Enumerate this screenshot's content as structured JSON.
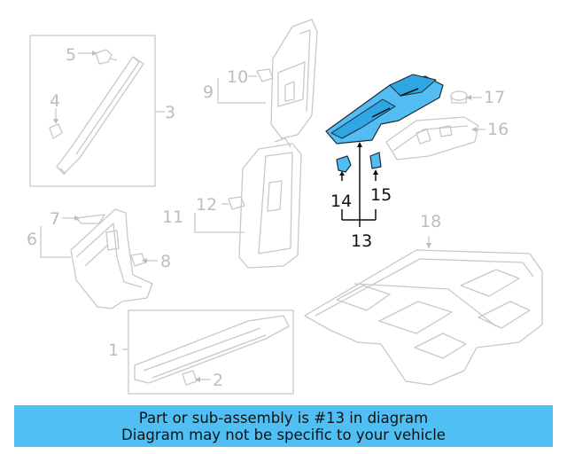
{
  "diagram": {
    "callouts": {
      "c1": "1",
      "c2": "2",
      "c3": "3",
      "c4": "4",
      "c5": "5",
      "c6": "6",
      "c7": "7",
      "c8": "8",
      "c9": "9",
      "c10": "10",
      "c11": "11",
      "c12": "12",
      "c13": "13",
      "c14": "14",
      "c15": "15",
      "c16": "16",
      "c17": "17",
      "c18": "18"
    },
    "highlighted_part": "13",
    "colors": {
      "highlight": "#52bdf2",
      "banner": "#4fbff4",
      "line_gray": "#c8c8c8",
      "ink": "#111111"
    }
  },
  "banner": {
    "line1": "Part or sub-assembly is #13 in diagram",
    "line2": "Diagram may not be specific to your vehicle"
  }
}
